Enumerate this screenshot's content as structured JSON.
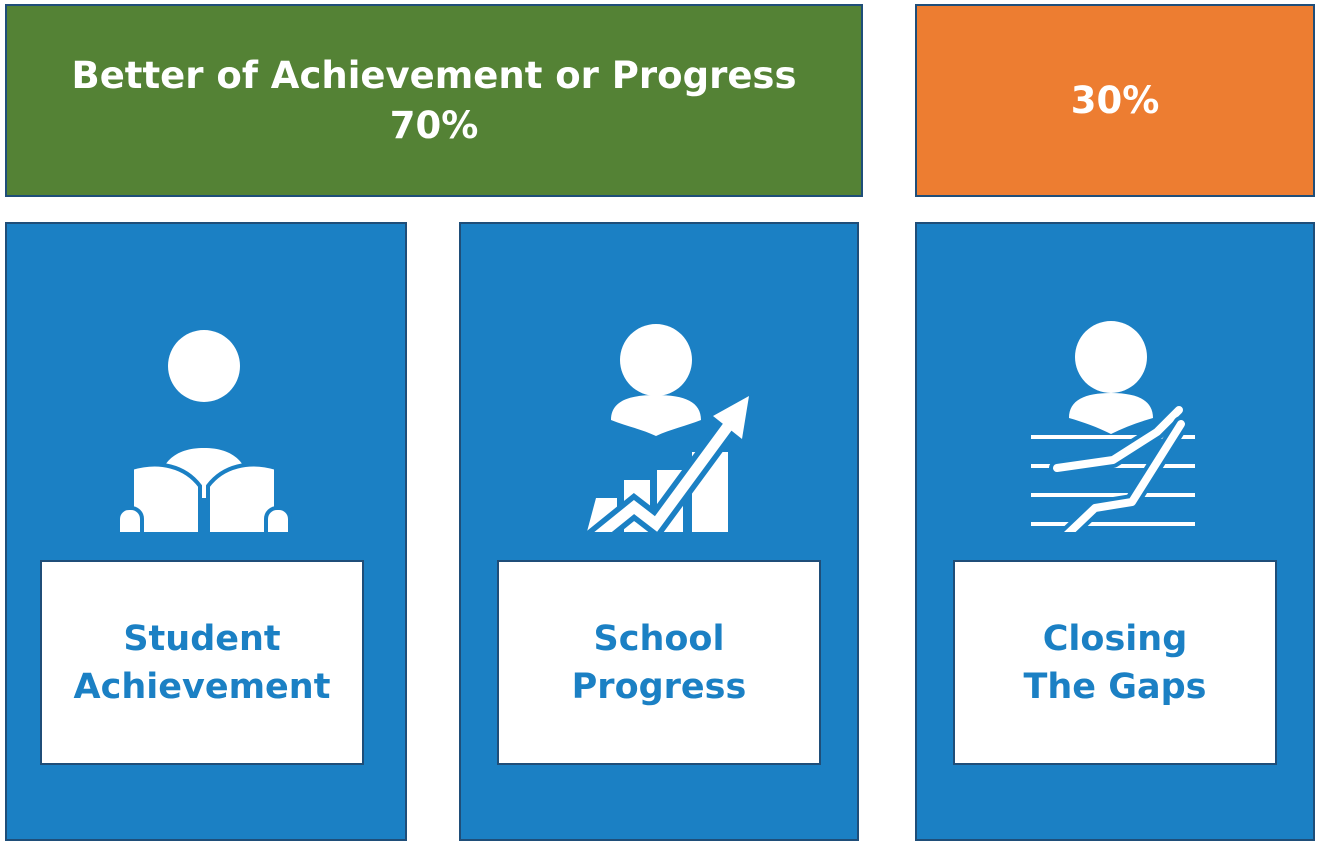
{
  "header": {
    "left_line1": "Better of Achievement or Progress",
    "left_line2": "70%",
    "right": "30%"
  },
  "colors": {
    "green": "#548235",
    "orange": "#ed7d31",
    "blue": "#1b80c4",
    "border": "#1f4e79"
  },
  "panels": [
    {
      "icon": "student-reading-icon",
      "line1": "Student",
      "line2": "Achievement"
    },
    {
      "icon": "student-growth-chart-icon",
      "line1": "School",
      "line2": "Progress"
    },
    {
      "icon": "student-closing-gaps-icon",
      "line1": "Closing",
      "line2": "The Gaps"
    }
  ]
}
